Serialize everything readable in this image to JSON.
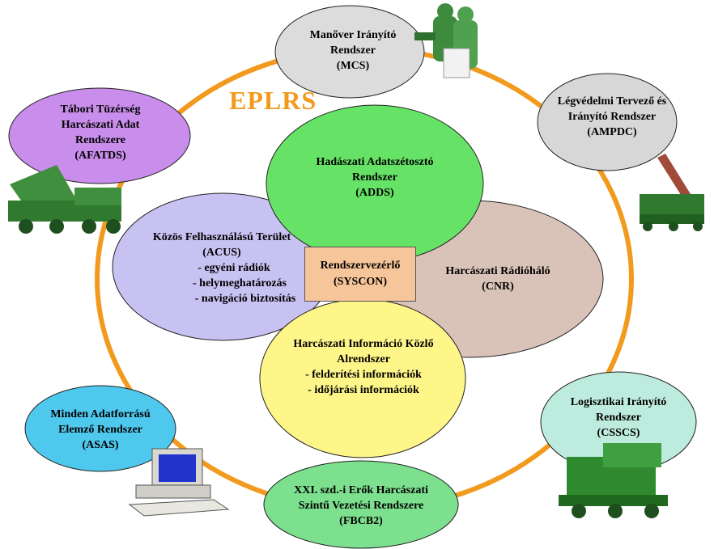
{
  "diagram": {
    "ring_color": "#F29A1E",
    "title": "EPLRS",
    "center": {
      "lines": [
        "Rendszervezérlő",
        "(SYSCON)"
      ],
      "color": "#F7C59A"
    },
    "inner": {
      "adds": {
        "lines": [
          "Hadászati  Adatszétosztó",
          "Rendszer",
          "(ADDS)"
        ],
        "color": "#66E366"
      },
      "cnr": {
        "lines": [
          "Harcászati  Rádióháló",
          "(CNR)"
        ],
        "color": "#D9C2B8"
      },
      "acus": {
        "lines": [
          "Közös Felhasználású Terület",
          "(ACUS)",
          "- egyéni rádiók",
          "- helymeghatározás",
          "- navigáció biztosítás"
        ],
        "color": "#C8C2F2"
      },
      "hikr": {
        "lines": [
          "Harcászati Információ Közlő",
          "Alrendszer",
          "- felderítési információk",
          "- időjárási információk"
        ],
        "color": "#FFF68A"
      }
    },
    "outer": {
      "mcs": {
        "lines": [
          "Manőver Irányító",
          "Rendszer",
          "(MCS)"
        ],
        "color": "#DCDCDC"
      },
      "ampdc": {
        "lines": [
          "Légvédelmi Tervező és",
          "Irányító Rendszer",
          "(AMPDC)"
        ],
        "color": "#D7D7D7"
      },
      "afatds": {
        "lines": [
          "Tábori Tüzérség",
          "Harcászati Adat",
          "Rendszere",
          "(AFATDS)"
        ],
        "color": "#C98EEB"
      },
      "asas": {
        "lines": [
          "Minden Adatforrású",
          "Elemző Rendszer",
          "(ASAS)"
        ],
        "color": "#4FC8EE"
      },
      "fbcb2": {
        "lines": [
          "XXI. szd.-i Erők Harcászati",
          "Szintű Vezetési Rendszere",
          "(FBCB2)"
        ],
        "color": "#7DE08E"
      },
      "csscs": {
        "lines": [
          "Logisztikai Irányító",
          "Rendszer",
          "(CSSCS)"
        ],
        "color": "#BDEBDD"
      }
    },
    "icons": [
      "soldiers-icon",
      "rocket-launcher-icon",
      "missile-vehicle-icon",
      "computer-icon",
      "logistics-truck-icon"
    ]
  }
}
